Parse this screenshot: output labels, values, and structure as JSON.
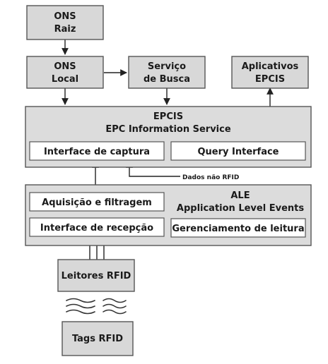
{
  "nodes": {
    "ons_raiz": [
      "ONS",
      "Raiz"
    ],
    "ons_local": [
      "ONS",
      "Local"
    ],
    "servico_busca": [
      "Serviço",
      "de Busca"
    ],
    "aplicativos_epcis": [
      "Aplicativos",
      "EPCIS"
    ],
    "epcis": [
      "EPCIS",
      "EPC Information Service"
    ],
    "interface_captura": "Interface de captura",
    "query_interface": "Query Interface",
    "dados_nao_rfid": "Dados não RFID",
    "ale": [
      "ALE",
      "Application Level Events"
    ],
    "aquisicao_filtragem": "Aquisição e filtragem",
    "interface_recepcao": "Interface de recepção",
    "gerenciamento_leitura": "Gerenciamento de leitura",
    "leitores_rfid": "Leitores RFID",
    "tags_rfid": "Tags RFID"
  }
}
